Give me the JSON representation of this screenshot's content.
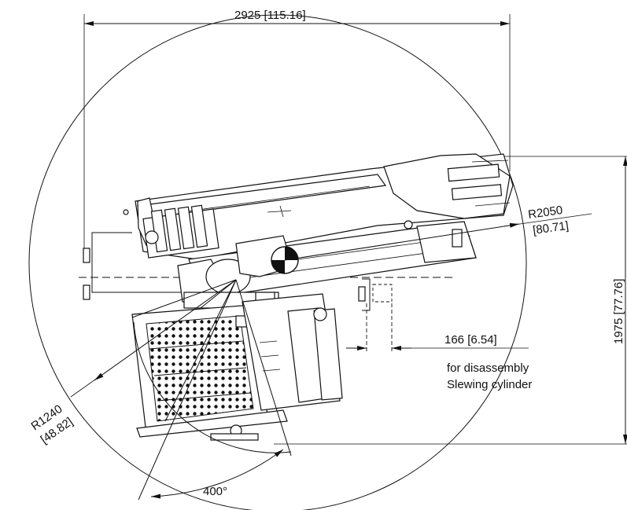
{
  "dimensions": {
    "width": "2925  [115.16]",
    "height": "1975  [77.76]",
    "offset": "166  [6.54]",
    "radius_outer_value": "R2050",
    "radius_outer_inch": "[80.71]",
    "radius_inner_value": "R1240",
    "radius_inner_inch": "[48.82]",
    "angle": "400°"
  },
  "notes": {
    "line1": "for disassembly",
    "line2": "Slewing cylinder"
  }
}
